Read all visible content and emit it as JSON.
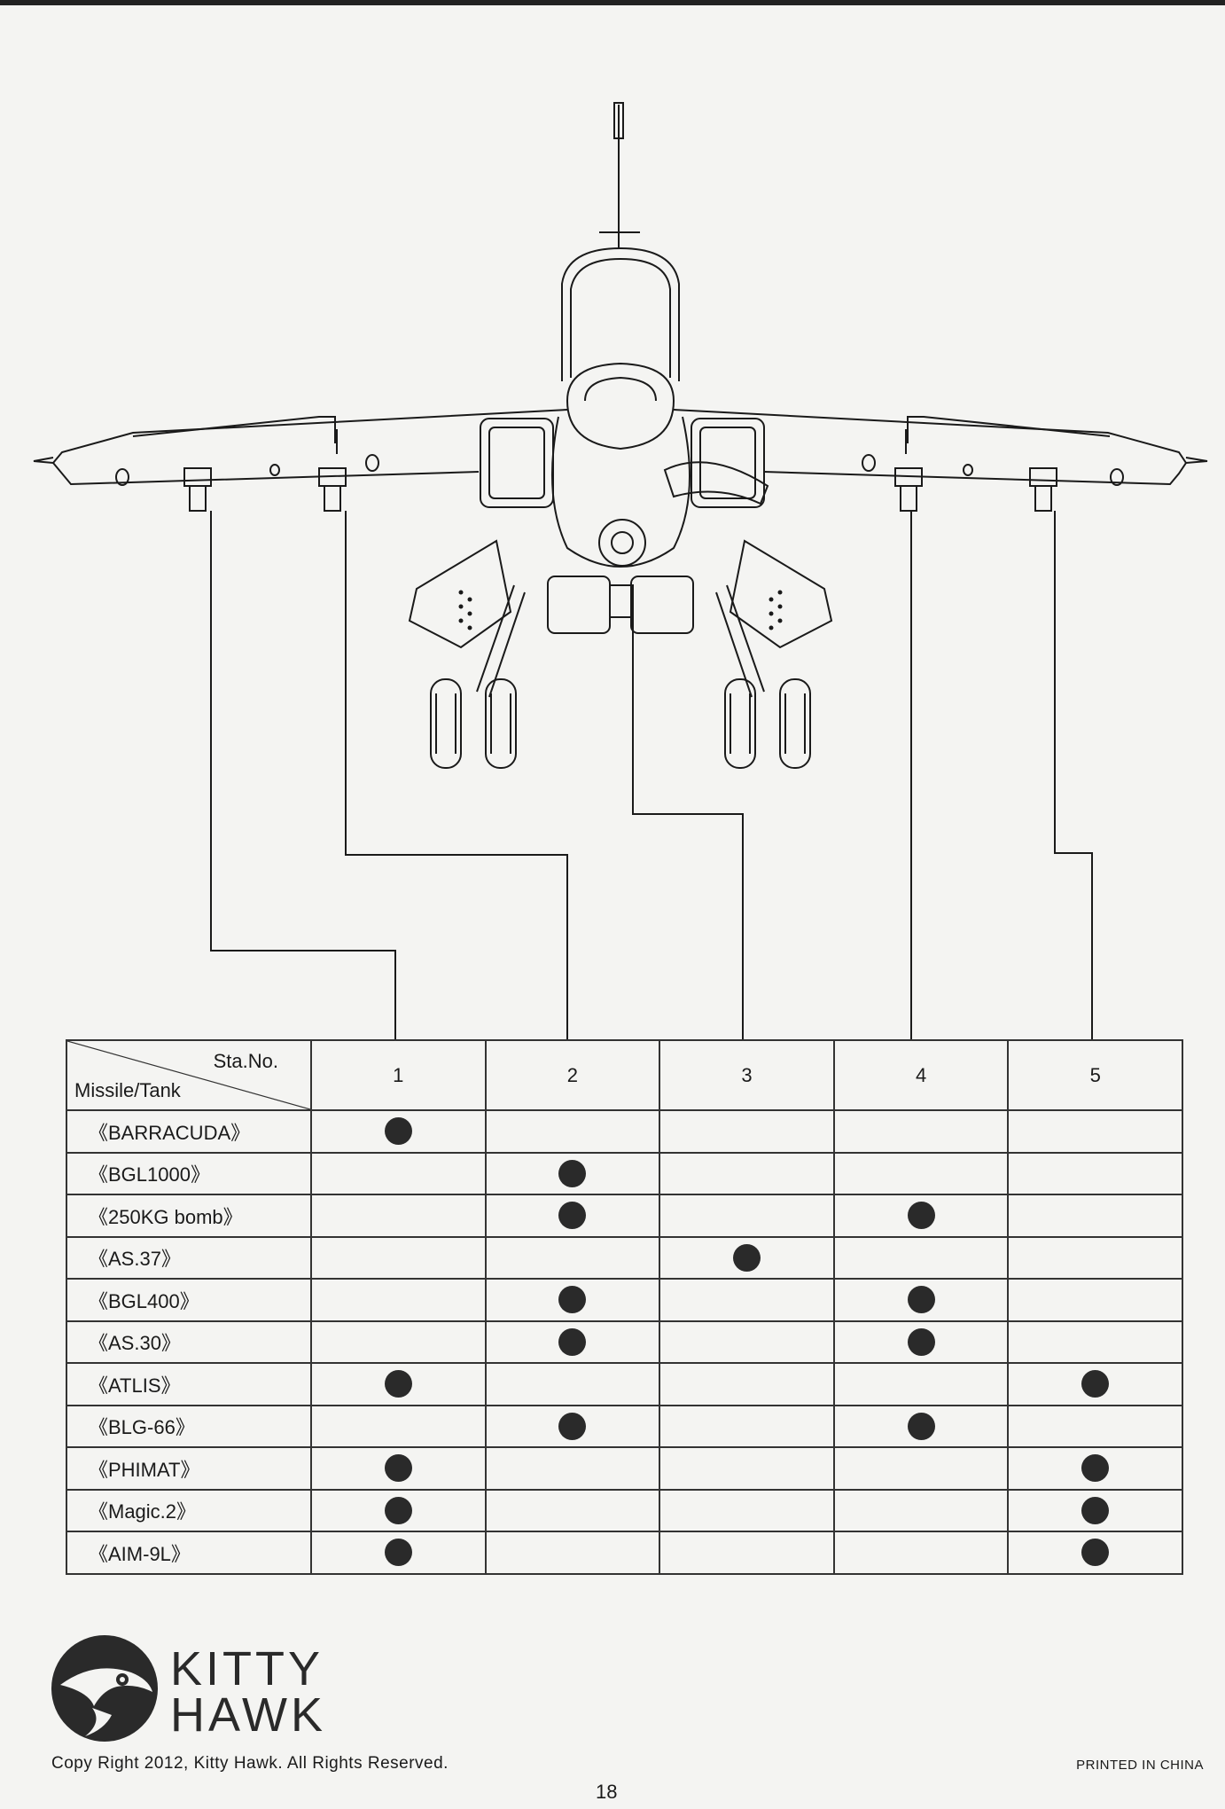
{
  "table": {
    "corner_top": "Sta.No.",
    "corner_bottom": "Missile/Tank",
    "stations": [
      "1",
      "2",
      "3",
      "4",
      "5"
    ],
    "rows": [
      {
        "label": "《BARRACUDA》",
        "stations": [
          1
        ]
      },
      {
        "label": "《BGL1000》",
        "stations": [
          2
        ]
      },
      {
        "label": "《250KG bomb》",
        "stations": [
          2,
          4
        ]
      },
      {
        "label": "《AS.37》",
        "stations": [
          3
        ]
      },
      {
        "label": "《BGL400》",
        "stations": [
          2,
          4
        ]
      },
      {
        "label": "《AS.30》",
        "stations": [
          2,
          4
        ]
      },
      {
        "label": "《ATLIS》",
        "stations": [
          1,
          5
        ]
      },
      {
        "label": "《BLG-66》",
        "stations": [
          2,
          4
        ]
      },
      {
        "label": "《PHIMAT》",
        "stations": [
          1,
          5
        ]
      },
      {
        "label": "《Magic.2》",
        "stations": [
          1,
          5
        ]
      },
      {
        "label": "《AIM-9L》",
        "stations": [
          1,
          5
        ]
      }
    ]
  },
  "footer": {
    "brand_line1": "KITTY",
    "brand_line2": "HAWK",
    "copyright": "Copy Right 2012, Kitty Hawk. All Rights Reserved.",
    "printed": "PRINTED IN CHINA",
    "page_number": "18"
  },
  "icons": {
    "aircraft": "aircraft-front-view-icon",
    "logo": "kitty-hawk-logo-icon",
    "marker": "station-dot-icon"
  },
  "colors": {
    "ink": "#1a1a1a",
    "paper": "#f4f4f2"
  }
}
